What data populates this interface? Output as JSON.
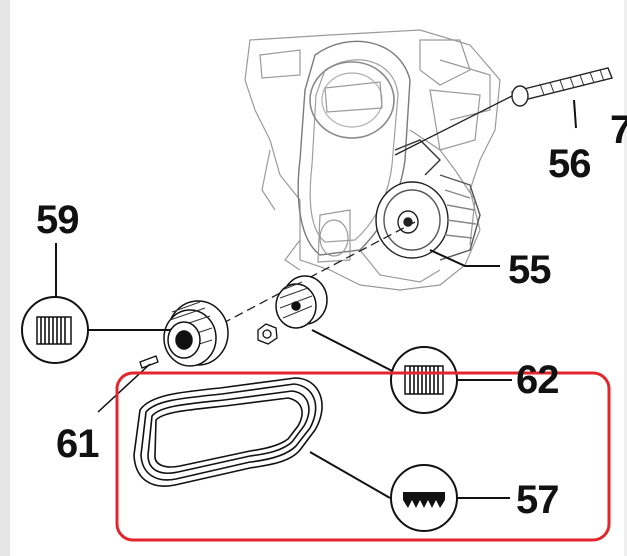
{
  "callouts": {
    "c56": "56",
    "c7": "7",
    "c59": "59",
    "c55": "55",
    "c62": "62",
    "c61": "61",
    "c57": "57"
  },
  "highlight_color": "#e3262c",
  "line_color": "#111111",
  "icons": [
    "engine-block-icon",
    "bolt-icon",
    "alternator-pulley-icon",
    "crank-pulley-icon",
    "tensioner-pulley-icon",
    "nut-icon",
    "serpentine-belt-icon",
    "ribbed-belt-profile-icon"
  ]
}
